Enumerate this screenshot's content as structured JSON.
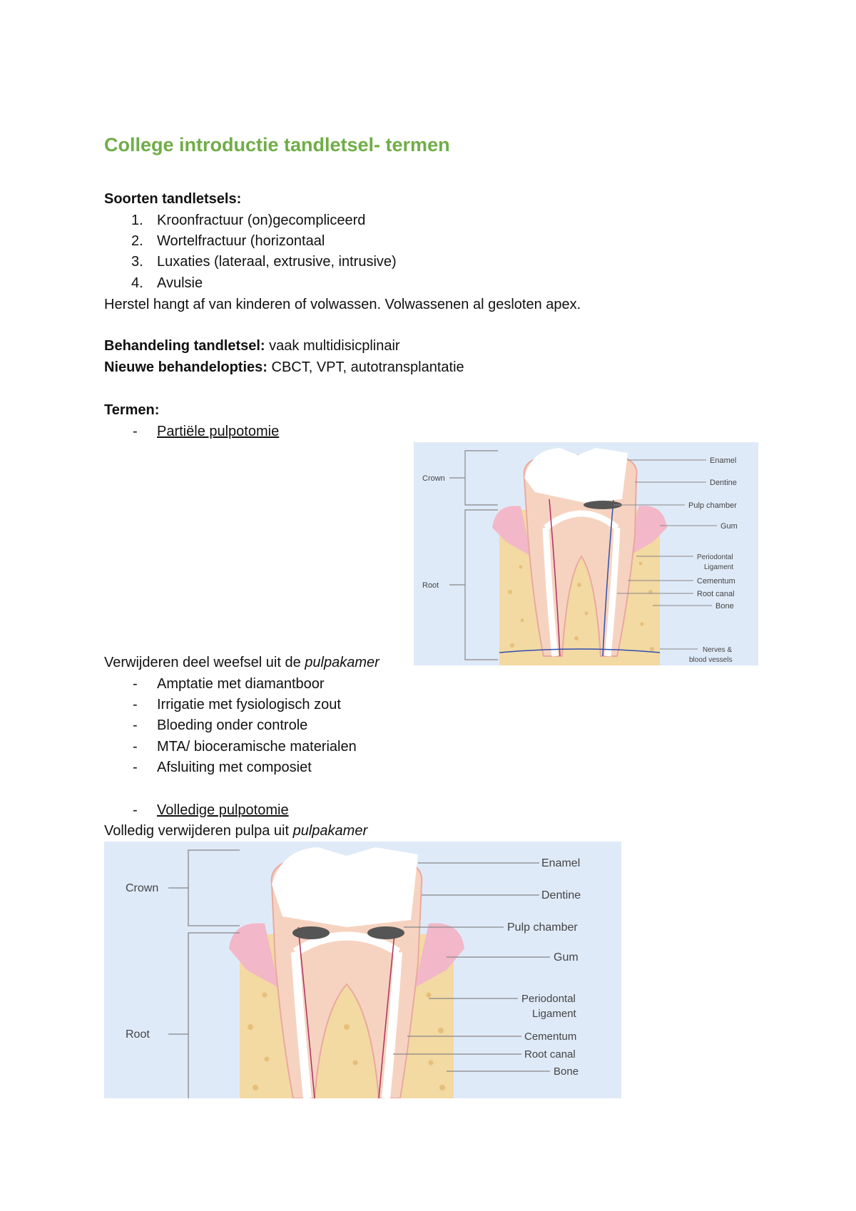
{
  "title": "College introductie tandletsel- termen",
  "types": {
    "heading": "Soorten tandletsels:",
    "items": [
      {
        "num": "1.",
        "text": "Kroonfractuur (on)gecompliceerd"
      },
      {
        "num": "2.",
        "text": "Wortelfractuur (horizontaal"
      },
      {
        "num": "3.",
        "text": "Luxaties (lateraal, extrusive, intrusive)"
      },
      {
        "num": "4.",
        "text": "Avulsie"
      }
    ],
    "note": "Herstel hangt af van kinderen of volwassen. Volwassenen al gesloten apex."
  },
  "treatment": {
    "label": "Behandeling tandletsel:",
    "value": " vaak multidisicplinair"
  },
  "new_options": {
    "label": "Nieuwe behandelopties:",
    "value": " CBCT, VPT, autotransplantatie"
  },
  "terms": {
    "heading": "Termen:",
    "partial": {
      "dash": "-",
      "title": "Partiële pulpotomie",
      "desc_prefix": "Verwijderen deel weefsel uit de ",
      "desc_italic": "pulpakamer",
      "steps": [
        "Amptatie met diamantboor",
        "Irrigatie met fysiologisch zout",
        "Bloeding onder controle",
        "MTA/ bioceramische materialen",
        "Afsluiting met composiet"
      ]
    },
    "full": {
      "dash": "-",
      "title": "Volledige pulpotomie",
      "desc_prefix": "Volledig verwijderen pulpa uit ",
      "desc_italic": "pulpakamer"
    }
  },
  "diagram1": {
    "left_labels": [
      "Crown",
      "Root"
    ],
    "right_labels": [
      "Enamel",
      "Dentine",
      "Pulp chamber",
      "Gum",
      "Periodontal",
      "Ligament",
      "Cementum",
      "Root canal",
      "Bone",
      "Nerves &",
      "blood vessels"
    ]
  },
  "diagram2": {
    "left_labels": [
      "Crown",
      "Root"
    ],
    "right_labels": [
      "Enamel",
      "Dentine",
      "Pulp chamber",
      "Gum",
      "Periodontal",
      "Ligament",
      "Cementum",
      "Root canal",
      "Bone"
    ]
  },
  "colors": {
    "title": "#70ad47",
    "diagram_bg": "#dfeaf8",
    "bone": "#f3d9a2",
    "gum": "#f2b7c8",
    "dentine": "#f6d3c0",
    "enamel": "#ffffff"
  }
}
